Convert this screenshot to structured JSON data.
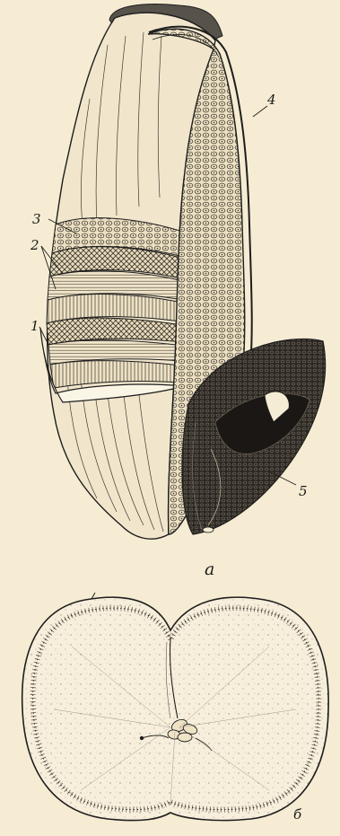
{
  "figure": {
    "colors": {
      "paper": "#f6ecd3",
      "ink": "#1e1e1e",
      "hatch": "#5a5448",
      "dense": "#2b2722"
    },
    "labels": {
      "l1": "1",
      "l2": "2",
      "l3": "3",
      "l4": "4",
      "l5": "5",
      "panel_a": "a",
      "panel_b": "б"
    }
  }
}
